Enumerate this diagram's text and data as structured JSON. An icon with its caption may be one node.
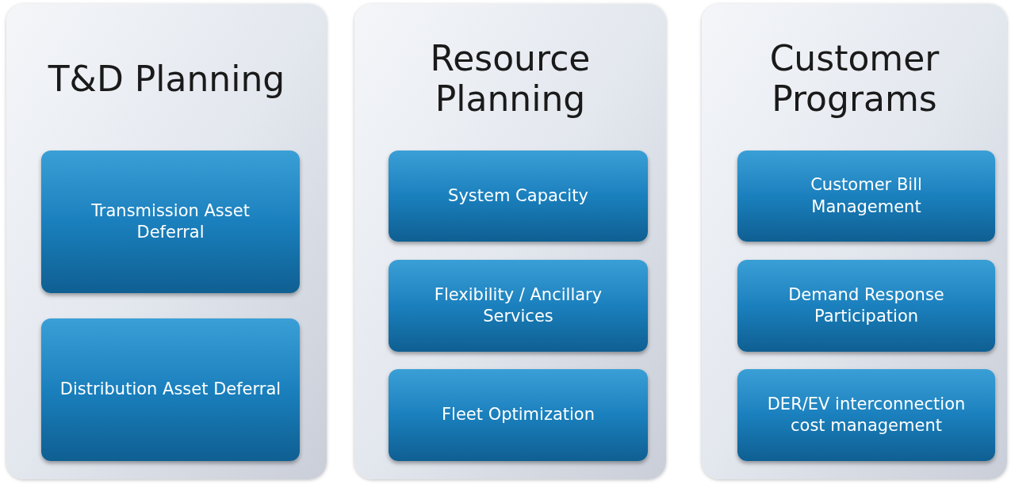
{
  "diagram": {
    "nodes": [
      {
        "text": [
          "T&D Planning"
        ]
      },
      {
        "text": [
          "Transmission Asset Deferral"
        ],
        "in": 0
      },
      {
        "text": [
          "Distribution Asset Deferral"
        ],
        "in": 0
      },
      {
        "text": [
          "Resource Planning"
        ]
      },
      {
        "text": [
          "System Capacity"
        ],
        "in": 3
      },
      {
        "text": [
          "Flexibility / Ancillary Services"
        ],
        "in": 3
      },
      {
        "text": [
          "Fleet Optimization"
        ],
        "in": 3
      },
      {
        "text": [
          "Customer Programs"
        ]
      },
      {
        "text": [
          "Customer Bill Management"
        ],
        "in": 7
      },
      {
        "text": [
          "Demand Response Participation"
        ],
        "in": 7
      },
      {
        "text": [
          "DER/EV interconnection cost management"
        ],
        "in": 7
      }
    ]
  }
}
